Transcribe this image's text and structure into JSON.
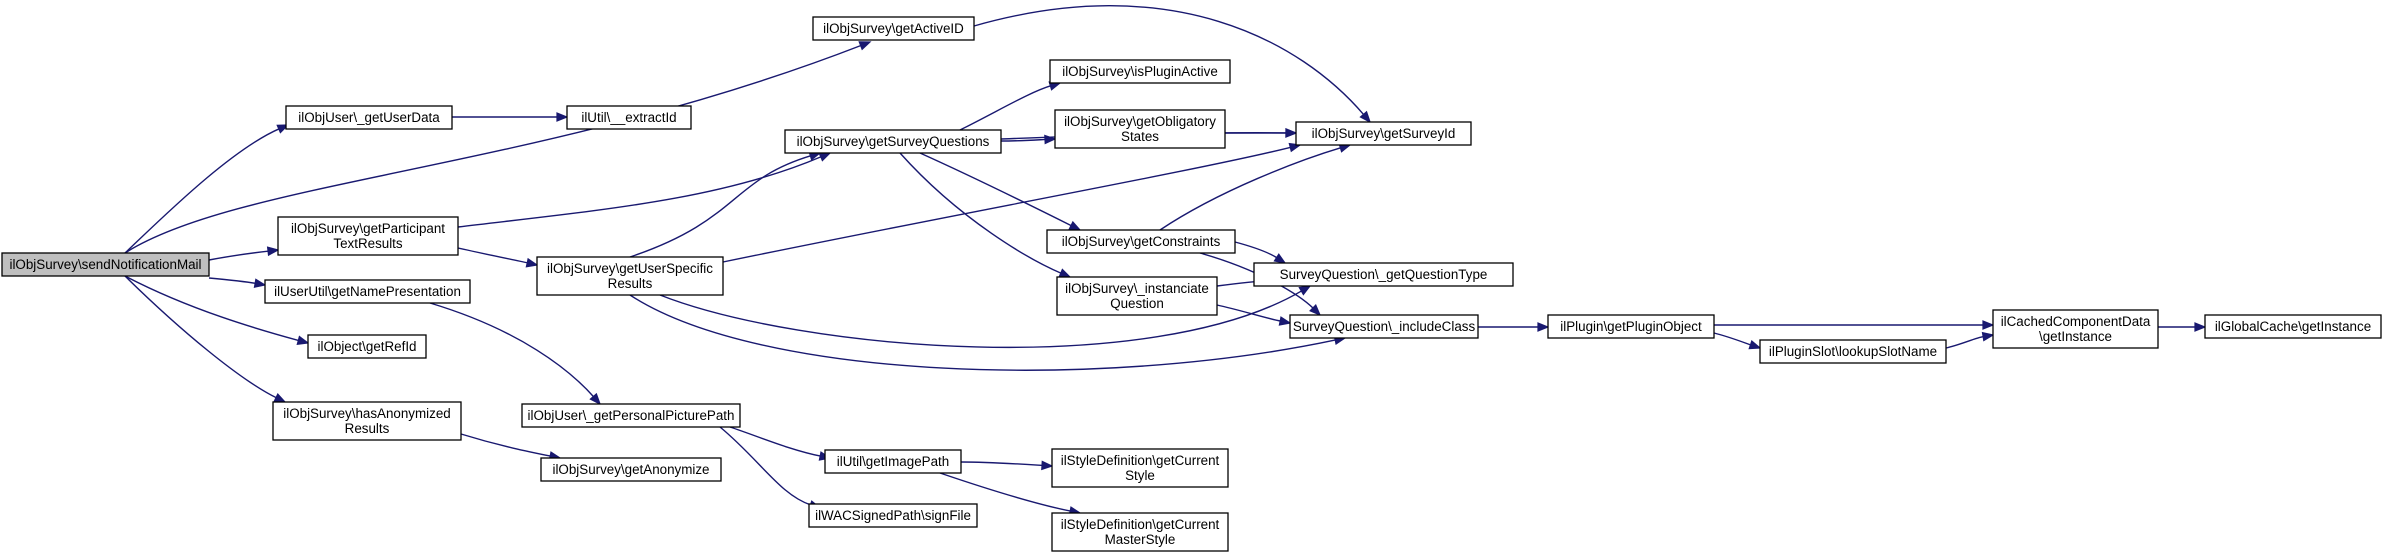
{
  "colors": {
    "edge": "#191970",
    "node_border": "#000000",
    "root_fill": "#bfbfbf",
    "node_fill": "#ffffff"
  },
  "nodes": {
    "root": {
      "lines": [
        "ilObjSurvey\\sendNotificationMail"
      ]
    },
    "getUserData": {
      "lines": [
        "ilObjUser\\_getUserData"
      ]
    },
    "extractId": {
      "lines": [
        "ilUtil\\__extractId"
      ]
    },
    "getActiveID": {
      "lines": [
        "ilObjSurvey\\getActiveID"
      ]
    },
    "getParticipantTextResults": {
      "lines": [
        "ilObjSurvey\\getParticipant",
        "TextResults"
      ]
    },
    "getNamePresentation": {
      "lines": [
        "ilUserUtil\\getNamePresentation"
      ]
    },
    "getRefId": {
      "lines": [
        "ilObject\\getRefId"
      ]
    },
    "hasAnonymizedResults": {
      "lines": [
        "ilObjSurvey\\hasAnonymized",
        "Results"
      ]
    },
    "getSurveyQuestions": {
      "lines": [
        "ilObjSurvey\\getSurveyQuestions"
      ]
    },
    "getUserSpecificResults": {
      "lines": [
        "ilObjSurvey\\getUserSpecific",
        "Results"
      ]
    },
    "getPersonalPicturePath": {
      "lines": [
        "ilObjUser\\_getPersonalPicturePath"
      ]
    },
    "getAnonymize": {
      "lines": [
        "ilObjSurvey\\getAnonymize"
      ]
    },
    "isPluginActive": {
      "lines": [
        "ilObjSurvey\\isPluginActive"
      ]
    },
    "getObligatoryStates": {
      "lines": [
        "ilObjSurvey\\getObligatory",
        "States"
      ]
    },
    "getConstraints": {
      "lines": [
        "ilObjSurvey\\getConstraints"
      ]
    },
    "instanciateQuestion": {
      "lines": [
        "ilObjSurvey\\_instanciate",
        "Question"
      ]
    },
    "getImagePath": {
      "lines": [
        "ilUtil\\getImagePath"
      ]
    },
    "signFile": {
      "lines": [
        "ilWACSignedPath\\signFile"
      ]
    },
    "getSurveyId": {
      "lines": [
        "ilObjSurvey\\getSurveyId"
      ]
    },
    "getQuestionType": {
      "lines": [
        "SurveyQuestion\\_getQuestionType"
      ]
    },
    "includeClass": {
      "lines": [
        "SurveyQuestion\\_includeClass"
      ]
    },
    "getCurrentStyle": {
      "lines": [
        "ilStyleDefinition\\getCurrent",
        "Style"
      ]
    },
    "getCurrentMasterStyle": {
      "lines": [
        "ilStyleDefinition\\getCurrent",
        "MasterStyle"
      ]
    },
    "getPluginObject": {
      "lines": [
        "ilPlugin\\getPluginObject"
      ]
    },
    "lookupSlotName": {
      "lines": [
        "ilPluginSlot\\lookupSlotName"
      ]
    },
    "cachedGetInstance": {
      "lines": [
        "ilCachedComponentData",
        "\\getInstance"
      ]
    },
    "globalCacheGetInstance": {
      "lines": [
        "ilGlobalCache\\getInstance"
      ]
    }
  },
  "edges": [
    [
      "root",
      "getUserData"
    ],
    [
      "root",
      "getActiveID"
    ],
    [
      "root",
      "getParticipantTextResults"
    ],
    [
      "root",
      "getNamePresentation"
    ],
    [
      "root",
      "getRefId"
    ],
    [
      "root",
      "hasAnonymizedResults"
    ],
    [
      "getUserData",
      "extractId"
    ],
    [
      "getActiveID",
      "getSurveyId"
    ],
    [
      "getParticipantTextResults",
      "getSurveyQuestions"
    ],
    [
      "getParticipantTextResults",
      "getUserSpecificResults"
    ],
    [
      "getNamePresentation",
      "getPersonalPicturePath"
    ],
    [
      "hasAnonymizedResults",
      "getAnonymize"
    ],
    [
      "getUserSpecificResults",
      "getSurveyQuestions"
    ],
    [
      "getUserSpecificResults",
      "getSurveyId"
    ],
    [
      "getUserSpecificResults",
      "getQuestionType"
    ],
    [
      "getUserSpecificResults",
      "includeClass"
    ],
    [
      "getSurveyQuestions",
      "getSurveyId"
    ],
    [
      "getSurveyQuestions",
      "isPluginActive"
    ],
    [
      "getSurveyQuestions",
      "getObligatoryStates"
    ],
    [
      "getSurveyQuestions",
      "getConstraints"
    ],
    [
      "getSurveyQuestions",
      "instanciateQuestion"
    ],
    [
      "getObligatoryStates",
      "getSurveyId"
    ],
    [
      "getConstraints",
      "getSurveyId"
    ],
    [
      "getConstraints",
      "getQuestionType"
    ],
    [
      "getConstraints",
      "includeClass"
    ],
    [
      "instanciateQuestion",
      "getQuestionType"
    ],
    [
      "instanciateQuestion",
      "includeClass"
    ],
    [
      "includeClass",
      "getPluginObject"
    ],
    [
      "getPluginObject",
      "cachedGetInstance"
    ],
    [
      "getPluginObject",
      "lookupSlotName"
    ],
    [
      "lookupSlotName",
      "cachedGetInstance"
    ],
    [
      "cachedGetInstance",
      "globalCacheGetInstance"
    ],
    [
      "getPersonalPicturePath",
      "getImagePath"
    ],
    [
      "getPersonalPicturePath",
      "signFile"
    ],
    [
      "getImagePath",
      "getCurrentStyle"
    ],
    [
      "getImagePath",
      "getCurrentMasterStyle"
    ]
  ]
}
